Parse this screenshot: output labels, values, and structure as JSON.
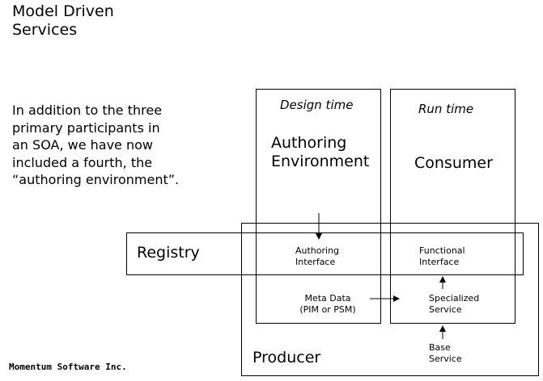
{
  "title": [
    "Model Driven",
    "Services"
  ],
  "intro": [
    "In addition to the three",
    "primary participants in",
    "an SOA, we have now",
    "included a fourth, the",
    "“authoring environment”."
  ],
  "footer": "Momentum Software Inc.",
  "diagram": {
    "design_time": "Design time",
    "run_time": "Run time",
    "authoring_environment": [
      "Authoring",
      "Environment"
    ],
    "consumer": "Consumer",
    "registry": "Registry",
    "authoring_interface": [
      "Authoring",
      "Interface"
    ],
    "functional_interface": [
      "Functional",
      "Interface"
    ],
    "meta_data": [
      "Meta Data",
      "(PIM or PSM)"
    ],
    "specialized_service": [
      "Specialized",
      "Service"
    ],
    "base_service": [
      "Base",
      "Service"
    ],
    "producer": "Producer"
  }
}
